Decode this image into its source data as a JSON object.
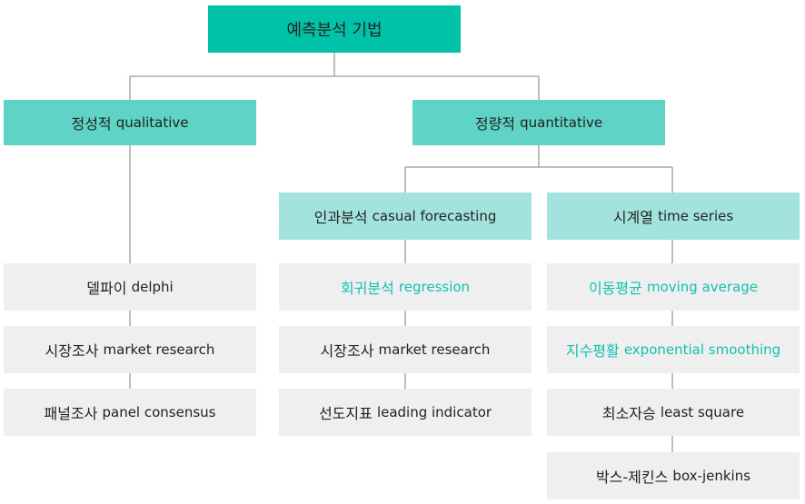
{
  "root": {
    "label": "예측분석 기법"
  },
  "qualitative": {
    "label_kr": "정성적",
    "label_en": "qualitative",
    "items": [
      {
        "kr": "델파이",
        "en": "delphi"
      },
      {
        "kr": "시장조사",
        "en": "market research"
      },
      {
        "kr": "패널조사",
        "en": "panel consensus"
      }
    ]
  },
  "quantitative": {
    "label_kr": "정량적",
    "label_en": "quantitative",
    "causal": {
      "label_kr": "인과분석",
      "label_en": "casual forecasting",
      "items": [
        {
          "kr": "회귀분석",
          "en": "regression",
          "highlight": true
        },
        {
          "kr": "시장조사",
          "en": "market research"
        },
        {
          "kr": "선도지표",
          "en": "leading indicator"
        }
      ]
    },
    "time_series": {
      "label_kr": "시계열",
      "label_en": "time series",
      "items": [
        {
          "kr": "이동평균",
          "en": "moving average",
          "highlight": true
        },
        {
          "kr": "지수평활",
          "en": "exponential smoothing",
          "highlight": true
        },
        {
          "kr": "최소자승",
          "en": "least square"
        },
        {
          "kr": "박스-제킨스",
          "en": "box-jenkins"
        }
      ]
    }
  },
  "colors": {
    "root_fill": "#00c2a8",
    "level1_fill": "#5fd3c6",
    "level2_fill": "#a3e3dd",
    "leaf_fill": "#efefef",
    "highlight_text": "#12c2b0",
    "connector": "#9a9a9a"
  }
}
